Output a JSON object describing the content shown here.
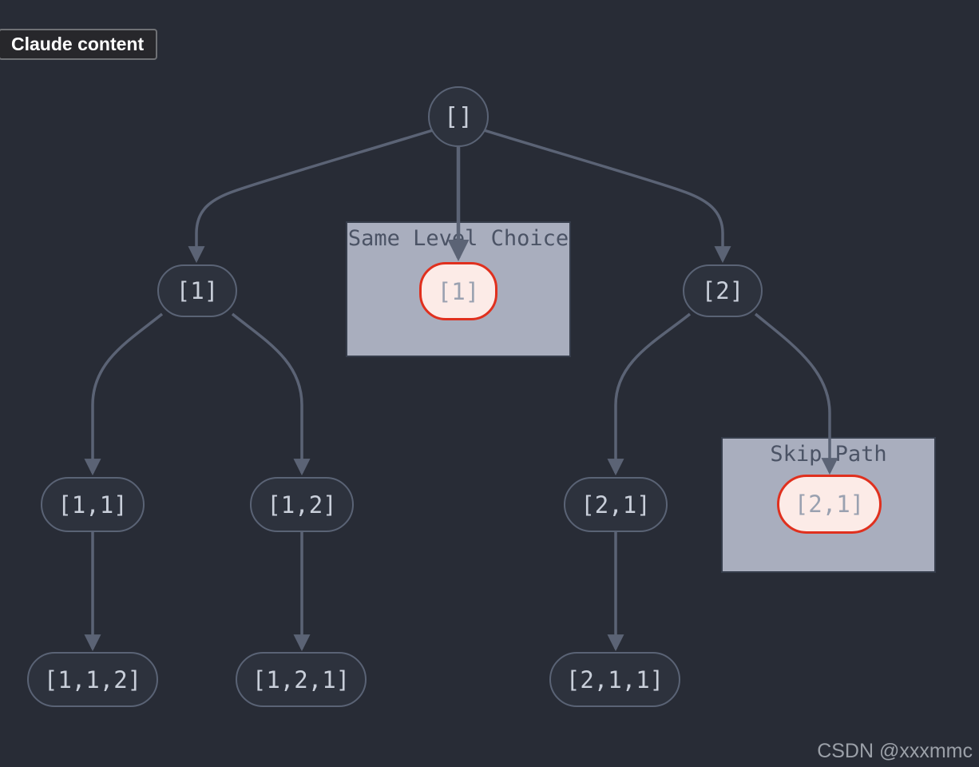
{
  "tooltip": {
    "label": "Claude content"
  },
  "watermark": {
    "text": "CSDN @xxxmmc"
  },
  "colors": {
    "background": "#282c36",
    "node_fill": "#2d323d",
    "node_border": "#5a6375",
    "node_text": "#c9cfda",
    "edge": "#5b6375",
    "highlight_box_fill": "#a9aebe",
    "highlight_box_border": "#363d4b",
    "highlight_box_text": "#4b5365",
    "highlight_node_fill": "#fcebe7",
    "highlight_node_border": "#e0301e",
    "highlight_node_text": "#9aa1b0"
  },
  "tree": {
    "nodes": {
      "root": {
        "label": "[]"
      },
      "n1": {
        "label": "[1]"
      },
      "n2": {
        "label": "[2]"
      },
      "n11": {
        "label": "[1,1]"
      },
      "n12": {
        "label": "[1,2]"
      },
      "n21": {
        "label": "[2,1]"
      },
      "n112": {
        "label": "[1,1,2]"
      },
      "n121": {
        "label": "[1,2,1]"
      },
      "n211": {
        "label": "[2,1,1]"
      }
    },
    "highlights": {
      "same_level": {
        "box_label": "Same Level Choice",
        "node_label": "[1]"
      },
      "skip_path": {
        "box_label": "Skip Path",
        "node_label": "[2,1]"
      }
    }
  }
}
